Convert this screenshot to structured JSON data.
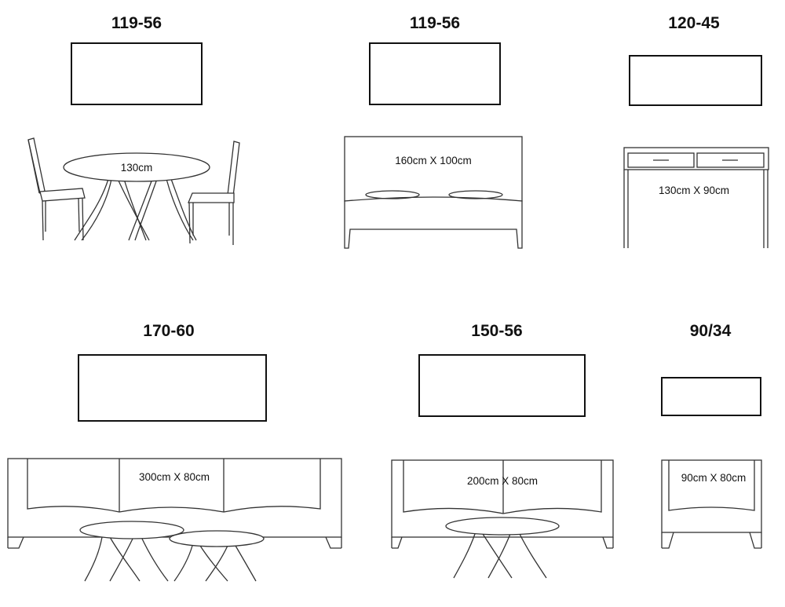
{
  "scenes": [
    {
      "id": "dining",
      "size_title": "119-56",
      "dimension_label": "130cm"
    },
    {
      "id": "bed",
      "size_title": "119-56",
      "dimension_label": "160cm X 100cm"
    },
    {
      "id": "console",
      "size_title": "120-45",
      "dimension_label": "130cm X 90cm"
    },
    {
      "id": "sofa-large",
      "size_title": "170-60",
      "dimension_label": "300cm X 80cm"
    },
    {
      "id": "sofa-medium",
      "size_title": "150-56",
      "dimension_label": "200cm X 80cm"
    },
    {
      "id": "armchair",
      "size_title": "90/34",
      "dimension_label": "90cm X 80cm"
    }
  ],
  "icons": {
    "artwork": "crowd-shadows-artwork-icon",
    "table": "round-table-icon",
    "chair": "chair-icon",
    "bed": "bed-icon",
    "console": "console-table-icon",
    "sofa": "sofa-icon"
  }
}
